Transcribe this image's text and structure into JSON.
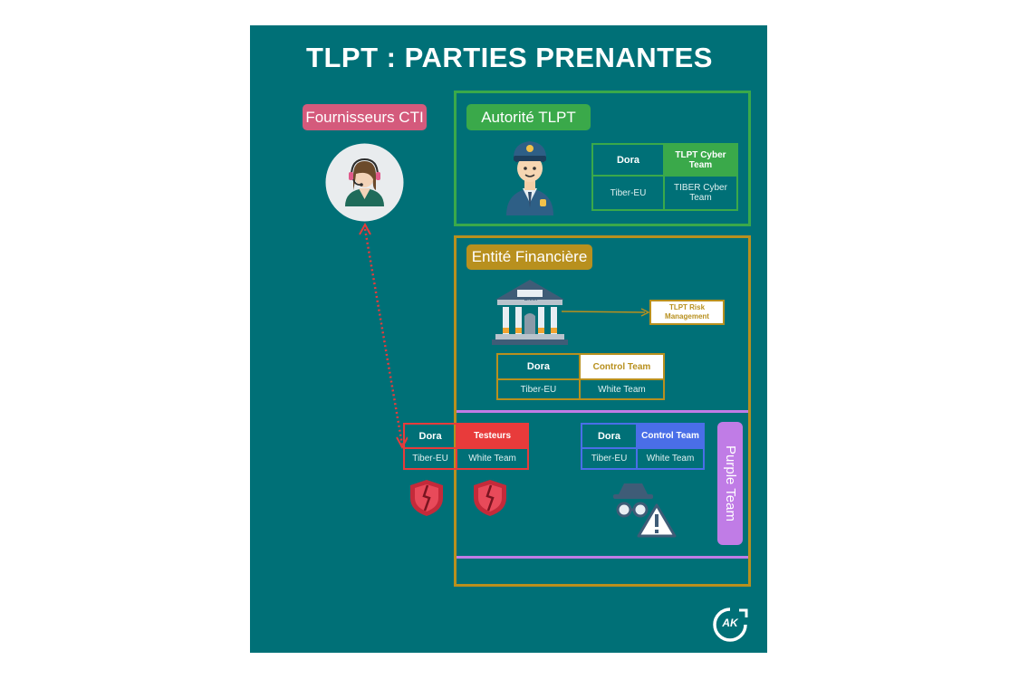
{
  "title": "TLPT : PARTIES PRENANTES",
  "cti": {
    "label": "Fournisseurs CTI"
  },
  "autorite": {
    "label": "Autorité TLPT",
    "table": {
      "h1": "Dora",
      "h2": "TLPT Cyber Team",
      "r1": "Tiber-EU",
      "r2": "TIBER Cyber Team"
    }
  },
  "entite": {
    "label": "Entité Financière",
    "bank_sign": "BANK",
    "risk_mgmt": "TLPT Risk Management",
    "table": {
      "h1": "Dora",
      "h2": "Control Team",
      "r1": "Tiber-EU",
      "r2": "White Team"
    }
  },
  "testeurs_table": {
    "h1": "Dora",
    "h2": "Testeurs",
    "r1": "Tiber-EU",
    "r2": "White Team"
  },
  "control_table": {
    "h1": "Dora",
    "h2": "Control Team",
    "r1": "Tiber-EU",
    "r2": "White Team"
  },
  "purple": {
    "label": "Purple Team"
  },
  "logo": {
    "text": "AK"
  },
  "colors": {
    "background": "#007077",
    "green": "#3aa94a",
    "gold": "#b8901e",
    "pink": "#d45a7c",
    "red": "#e83b3b",
    "blue": "#4a6ee8",
    "purple": "#c07ce6"
  },
  "icons": [
    "headset-operator-icon",
    "police-officer-icon",
    "bank-building-icon",
    "shield-icon",
    "hacker-warning-icon",
    "logo-icon"
  ]
}
